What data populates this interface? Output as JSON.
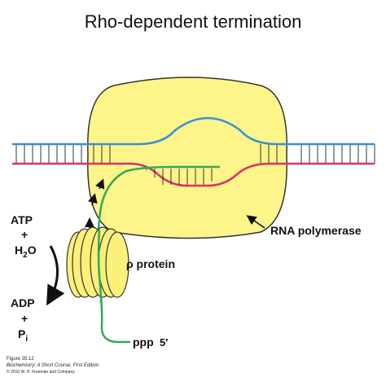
{
  "title": "Rho-dependent termination",
  "labels": {
    "rna_polymerase": "RNA polymerase",
    "rho_protein": "ρ protein",
    "atp": "ATP",
    "plus1": "+",
    "h2o_main": "H",
    "h2o_sub": "2",
    "h2o_end": "O",
    "adp": "ADP",
    "plus2": "+",
    "pi_main": "P",
    "pi_sub": "i",
    "ppp": "ppp",
    "five_prime": "5′"
  },
  "caption": {
    "line1": "Figure 35.12",
    "line2": "Biochemistry: A Short Course, First Edition",
    "line3": "© 2010 W. H. Freeman and Company"
  },
  "colors": {
    "polymerase_fill": "#fdf58a",
    "polymerase_stroke": "#333333",
    "template_strand": "#3a8fd6",
    "coding_strand": "#d6336b",
    "rna": "#2faa5a",
    "ppp_text": "#d6336b",
    "rho_fill": "#fbf07a"
  }
}
